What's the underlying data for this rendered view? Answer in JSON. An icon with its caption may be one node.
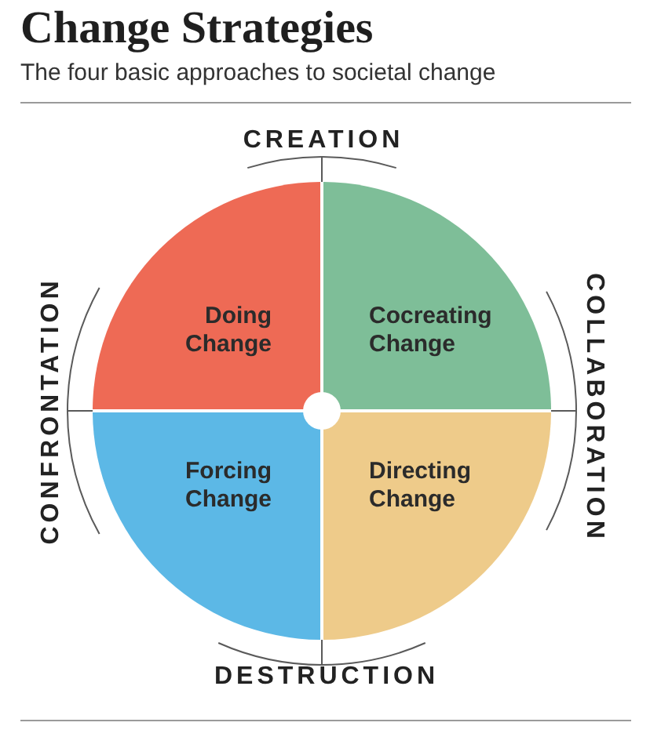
{
  "diagram": {
    "title": "Change Strategies",
    "caption": "The four basic approaches to societal change",
    "nodes": [
      {
        "text": [
          "Doing Change"
        ]
      },
      {
        "text": [
          "Cocreating Change"
        ]
      },
      {
        "text": [
          "Forcing Change"
        ]
      },
      {
        "text": [
          "Directing Change"
        ]
      }
    ],
    "labels": [
      "CREATION",
      "CONFRONTATION",
      "COLLABORATION",
      "DESTRUCTION"
    ]
  }
}
